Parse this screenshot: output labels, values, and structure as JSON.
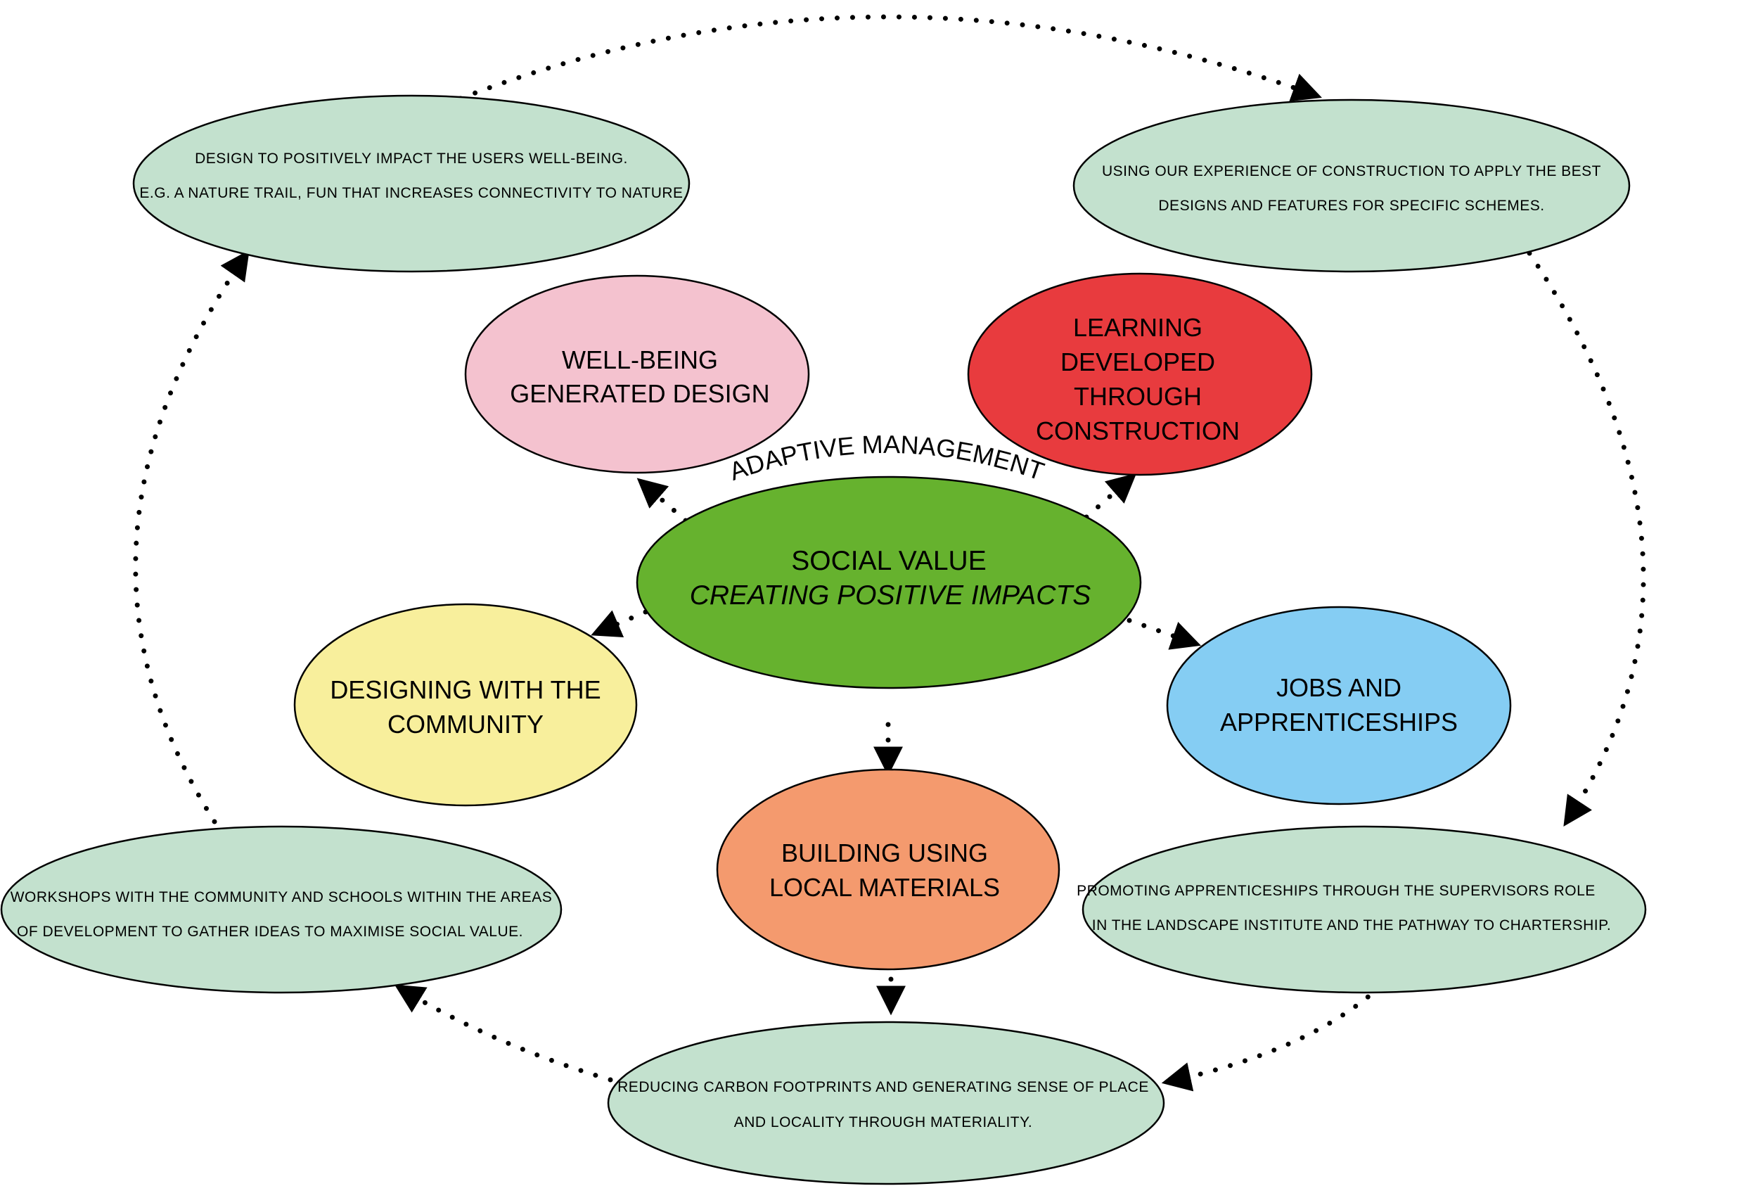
{
  "center": {
    "title": "SOCIAL VALUE",
    "subtitle": "CREATING POSITIVE IMPACTS",
    "arc_label": "ADAPTIVE MANAGEMENT",
    "color": "#66b22e"
  },
  "themes": {
    "wellbeing": {
      "lines": [
        "WELL-BEING",
        "GENERATED DESIGN"
      ],
      "color": "#f4c2cf"
    },
    "learning": {
      "lines": [
        "LEARNING",
        "DEVELOPED",
        "THROUGH",
        "CONSTRUCTION"
      ],
      "color": "#e83b3e"
    },
    "community": {
      "lines": [
        "DESIGNING WITH THE",
        "COMMUNITY"
      ],
      "color": "#f8ef9c"
    },
    "jobs": {
      "lines": [
        "JOBS AND",
        "APPRENTICESHIPS"
      ],
      "color": "#85cdf3"
    },
    "materials": {
      "lines": [
        "BUILDING USING",
        "LOCAL MATERIALS"
      ],
      "color": "#f49a6e"
    }
  },
  "outcomes": {
    "color": "#c3e1ce",
    "wellbeing": [
      "DESIGN TO POSITIVELY IMPACT THE USERS WELL-BEING.",
      "E.G. A NATURE TRAIL, FUN THAT INCREASES CONNECTIVITY TO NATURE"
    ],
    "learning": [
      "USING OUR EXPERIENCE OF CONSTRUCTION TO APPLY THE BEST",
      "DESIGNS AND FEATURES FOR SPECIFIC SCHEMES."
    ],
    "jobs": [
      "PROMOTING APPRENTICESHIPS THROUGH THE SUPERVISORS ROLE",
      "IN THE LANDSCAPE INSTITUTE AND THE PATHWAY TO CHARTERSHIP."
    ],
    "materials": [
      "REDUCING CARBON FOOTPRINTS AND GENERATING SENSE OF PLACE",
      "AND LOCALITY THROUGH MATERIALITY."
    ],
    "community": [
      "WORKSHOPS WITH THE COMMUNITY AND SCHOOLS WITHIN THE AREAS",
      "OF DEVELOPMENT TO GATHER IDEAS TO MAXIMISE SOCIAL VALUE."
    ]
  }
}
